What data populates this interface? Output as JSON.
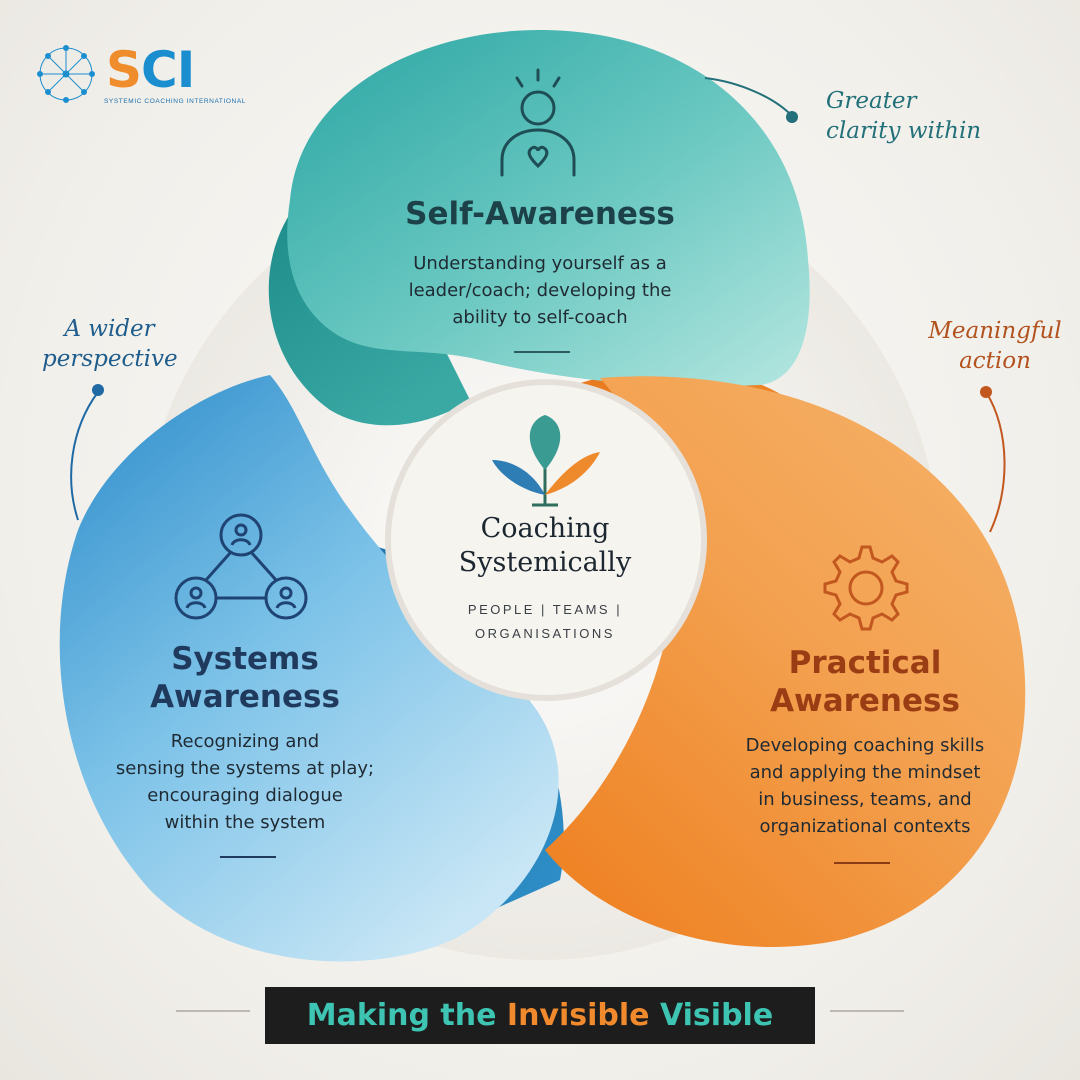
{
  "brand": {
    "logo_s": "S",
    "logo_ci": "CI",
    "tagline": "SYSTEMIC COACHING INTERNATIONAL",
    "colors": {
      "teal": "#3aa8a6",
      "blue": "#2a8cc7",
      "orange": "#ee8a2a",
      "dark": "#1d1d1d"
    }
  },
  "petals": {
    "self": {
      "title": "Self-Awareness",
      "description": [
        "Understanding yourself as a",
        "leader/coach; developing the",
        "ability to self-coach"
      ],
      "icon": "person-heart-icon"
    },
    "systems": {
      "title": [
        "Systems",
        "Awareness"
      ],
      "description": [
        "Recognizing and",
        "sensing the systems at play;",
        "encouraging dialogue",
        "within the system"
      ],
      "icon": "connected-people-icon"
    },
    "practical": {
      "title": [
        "Practical",
        "Awareness"
      ],
      "description": [
        "Developing coaching skills",
        "and applying the mindset",
        "in business, teams, and",
        "organizational contexts"
      ],
      "icon": "gear-icon"
    }
  },
  "center": {
    "title": [
      "Coaching",
      "Systemically"
    ],
    "subtitle": [
      "PEOPLE  |  TEAMS  |",
      "ORGANISATIONS"
    ],
    "icon": "sprout-icon"
  },
  "annotations": {
    "top_right": [
      "Greater",
      "clarity within"
    ],
    "left": [
      "A wider",
      "perspective"
    ],
    "right": [
      "Meaningful",
      "action"
    ]
  },
  "banner": {
    "part1": "Making the ",
    "part2": "Invisible",
    "part3": " Visible"
  }
}
